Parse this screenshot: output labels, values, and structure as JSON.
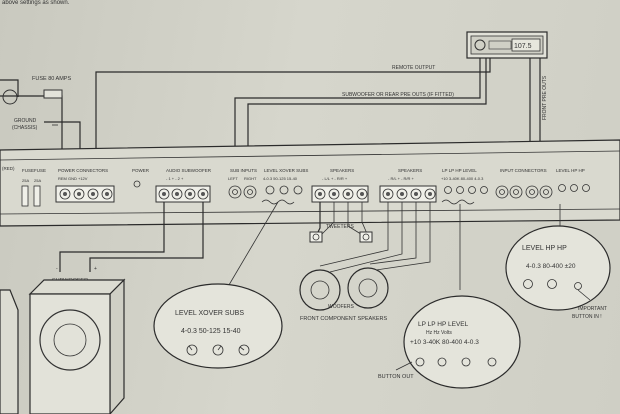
{
  "header_fragment": "above settings as shown.",
  "labels": {
    "fuse": "FUSE 80 AMPS",
    "ground": "GROUND",
    "chassis": "(CHASSIS)",
    "remote_output": "REMOTE OUTPUT",
    "sub_rear": "SUBWOOFER OR REAR PRE OUTS (IF FITTED)",
    "front_pre_outs": "FRONT PRE OUTS",
    "head_unit_display": "107.5",
    "subwoofer": "SUBWOOFER",
    "tweeters": "TWEETERS",
    "woofers": "WOOFERS",
    "front_component": "FRONT COMPONENT SPEAKERS",
    "button_out": "BUTTON OUT",
    "important": "IMPORTANT",
    "button_in": "BUTTON IN !"
  },
  "panel": {
    "fuse1": "FUSE",
    "fuse2": "FUSE",
    "fuse1_val": "25A",
    "fuse2_val": "25A",
    "power_connectors": "POWER CONNECTORS",
    "power_terms": "REM GND +12V",
    "power": "POWER",
    "audio_subwoofer": "AUDIO SUBWOOFER",
    "sub_terms": "- 1 + - 2 +",
    "sub_inputs": "SUB INPUTS",
    "left": "LEFT",
    "right": "RIGHT",
    "level_xover_subs": "LEVEL XOVER SUBS",
    "lxs_vals": "4-0.3 50-125 15-40",
    "speakers1": "SPEAKERS",
    "sp1_terms": "- L/L + - R/R +",
    "speakers2": "SPEAKERS",
    "sp2_terms": "- R/L + - R/R +",
    "lp_lp_hp": "LP LP HP LEVEL",
    "lp_vals": "+10 3-40K 80-400 4-0.3",
    "input_connectors": "INPUT CONNECTORS",
    "level_hp_hp_small": "LEVEL HP HP"
  },
  "callout_left": {
    "title": "LEVEL XOVER SUBS",
    "values": "4-0.3 50-125 15-40"
  },
  "callout_mid": {
    "title": "LP LP HP LEVEL",
    "units": "Hz Hz Volts",
    "values": "+10 3-40K 80-400 4-0.3"
  },
  "callout_right": {
    "title": "LEVEL HP HP",
    "values": "4-0.3 80-400 ±20"
  }
}
